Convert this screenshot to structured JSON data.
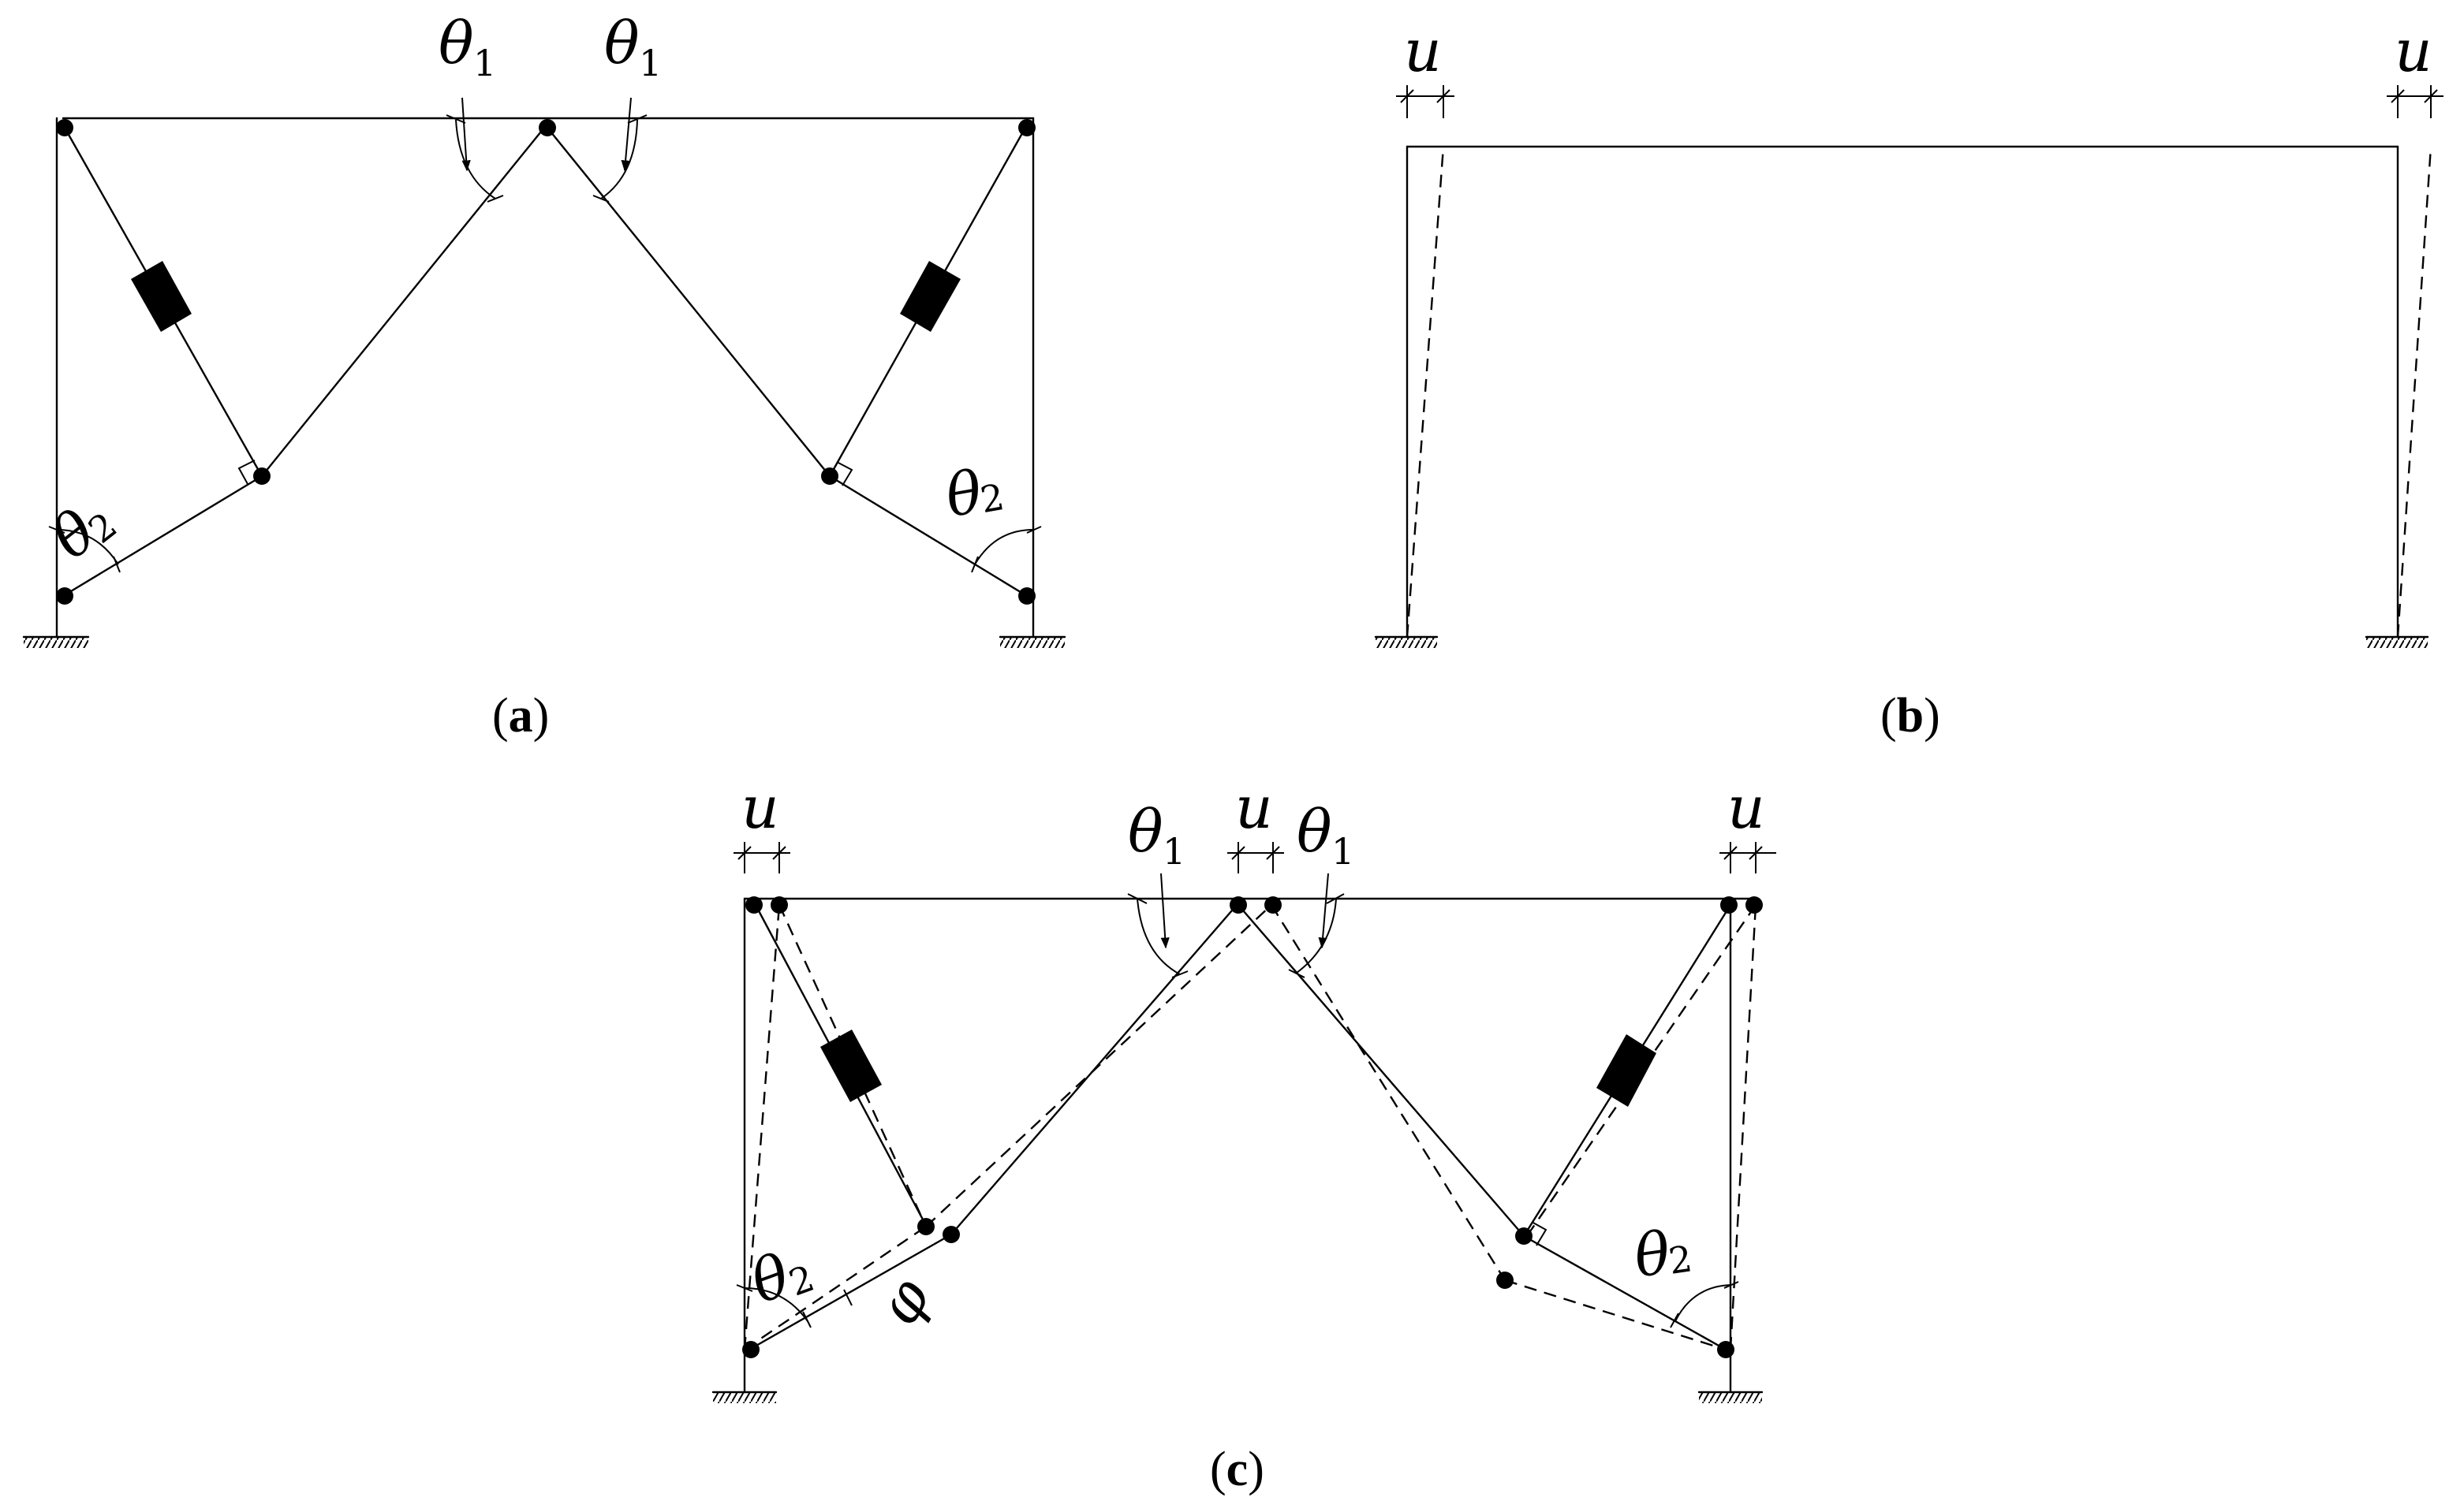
{
  "figure": {
    "panels": [
      {
        "id": "a",
        "caption_open": "(",
        "caption_letter": "a",
        "caption_close": ")"
      },
      {
        "id": "b",
        "caption_open": "(",
        "caption_letter": "b",
        "caption_close": ")"
      },
      {
        "id": "c",
        "caption_open": "(",
        "caption_letter": "c",
        "caption_close": ")"
      }
    ],
    "labels": {
      "theta": "θ",
      "sub1": "1",
      "sub2": "2",
      "u": "u",
      "phi": "φ"
    }
  }
}
